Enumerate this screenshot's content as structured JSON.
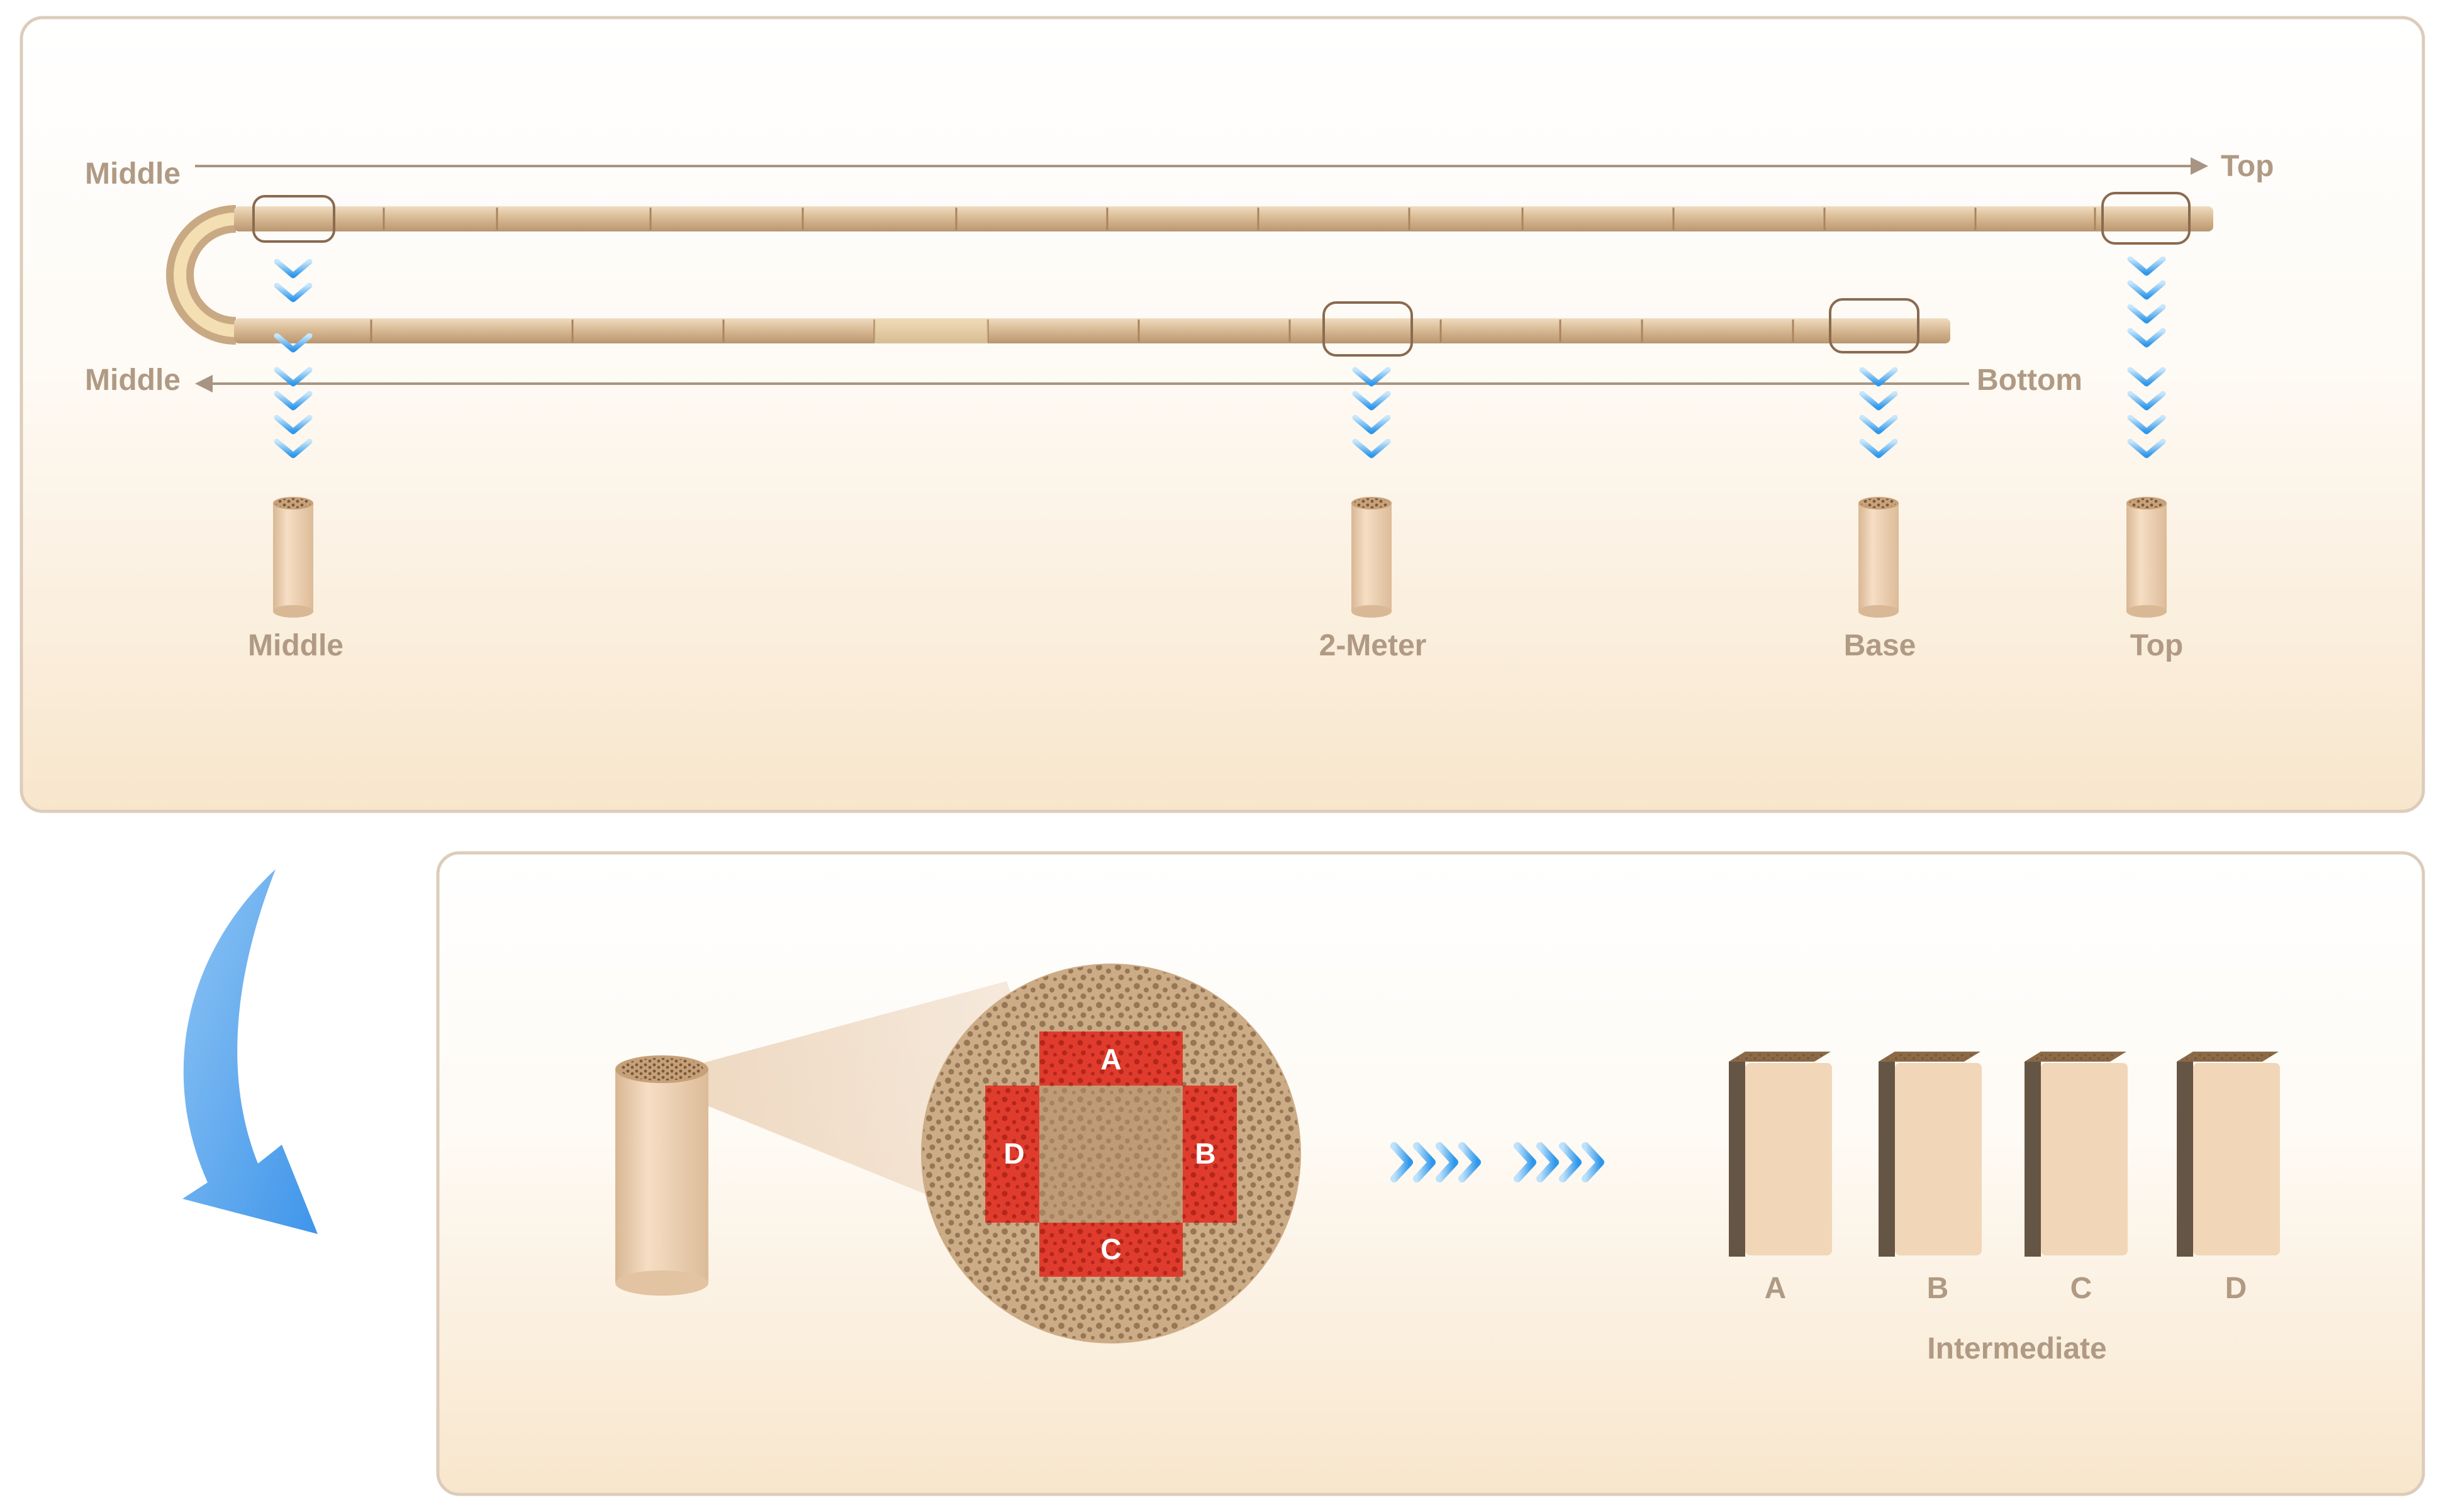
{
  "top_panel": {
    "arrow_top_start": "Middle",
    "arrow_top_end": "Top",
    "arrow_bottom_end": "Middle",
    "arrow_bottom_start": "Bottom",
    "samples": [
      "Middle",
      "2-Meter",
      "Base",
      "Top"
    ]
  },
  "bottom_panel": {
    "quadrants": {
      "top": "A",
      "right": "B",
      "bottom": "C",
      "left": "D"
    },
    "blocks": [
      "A",
      "B",
      "C",
      "D"
    ],
    "group_label": "Intermediate"
  },
  "colors": {
    "panel_border": "#ddccbb",
    "tube": "#dcc09c",
    "chevron": "#3aa0ee",
    "quadrant_red": "#e03c2e",
    "label": "#b09a84",
    "curved_arrow": "#6aaeee"
  }
}
